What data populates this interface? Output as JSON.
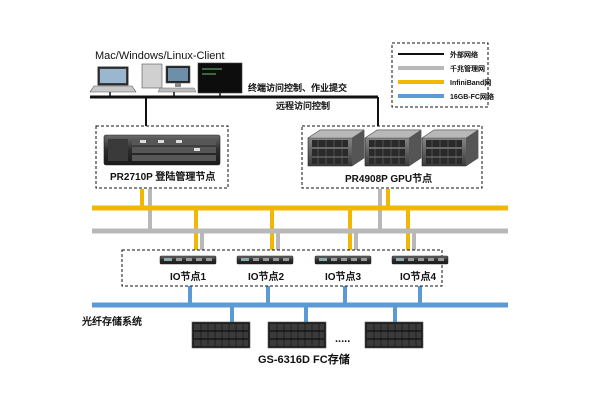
{
  "client": {
    "label": "Mac/Windows/Linux-Client"
  },
  "access": {
    "line1": "终端访问控制、作业提交",
    "line2": "远程访问控制"
  },
  "legend": {
    "items": [
      {
        "label": "外部网络",
        "color": "#111111"
      },
      {
        "label": "千兆管理网",
        "color": "#b8b8b8"
      },
      {
        "label": "InfiniBand网",
        "color": "#f2b705"
      },
      {
        "label": "16GB-FC网络",
        "color": "#5b9bd5"
      }
    ]
  },
  "login_node": {
    "label": "PR2710P 登陆管理节点"
  },
  "gpu_node": {
    "label": "PR4908P GPU节点"
  },
  "io_nodes": [
    {
      "label": "IO节点1"
    },
    {
      "label": "IO节点2"
    },
    {
      "label": "IO节点3"
    },
    {
      "label": "IO节点4"
    }
  ],
  "storage_network": {
    "label": "光纤存储系统"
  },
  "storage": {
    "label": "GS-6316D FC存储",
    "ellipsis": "....."
  }
}
